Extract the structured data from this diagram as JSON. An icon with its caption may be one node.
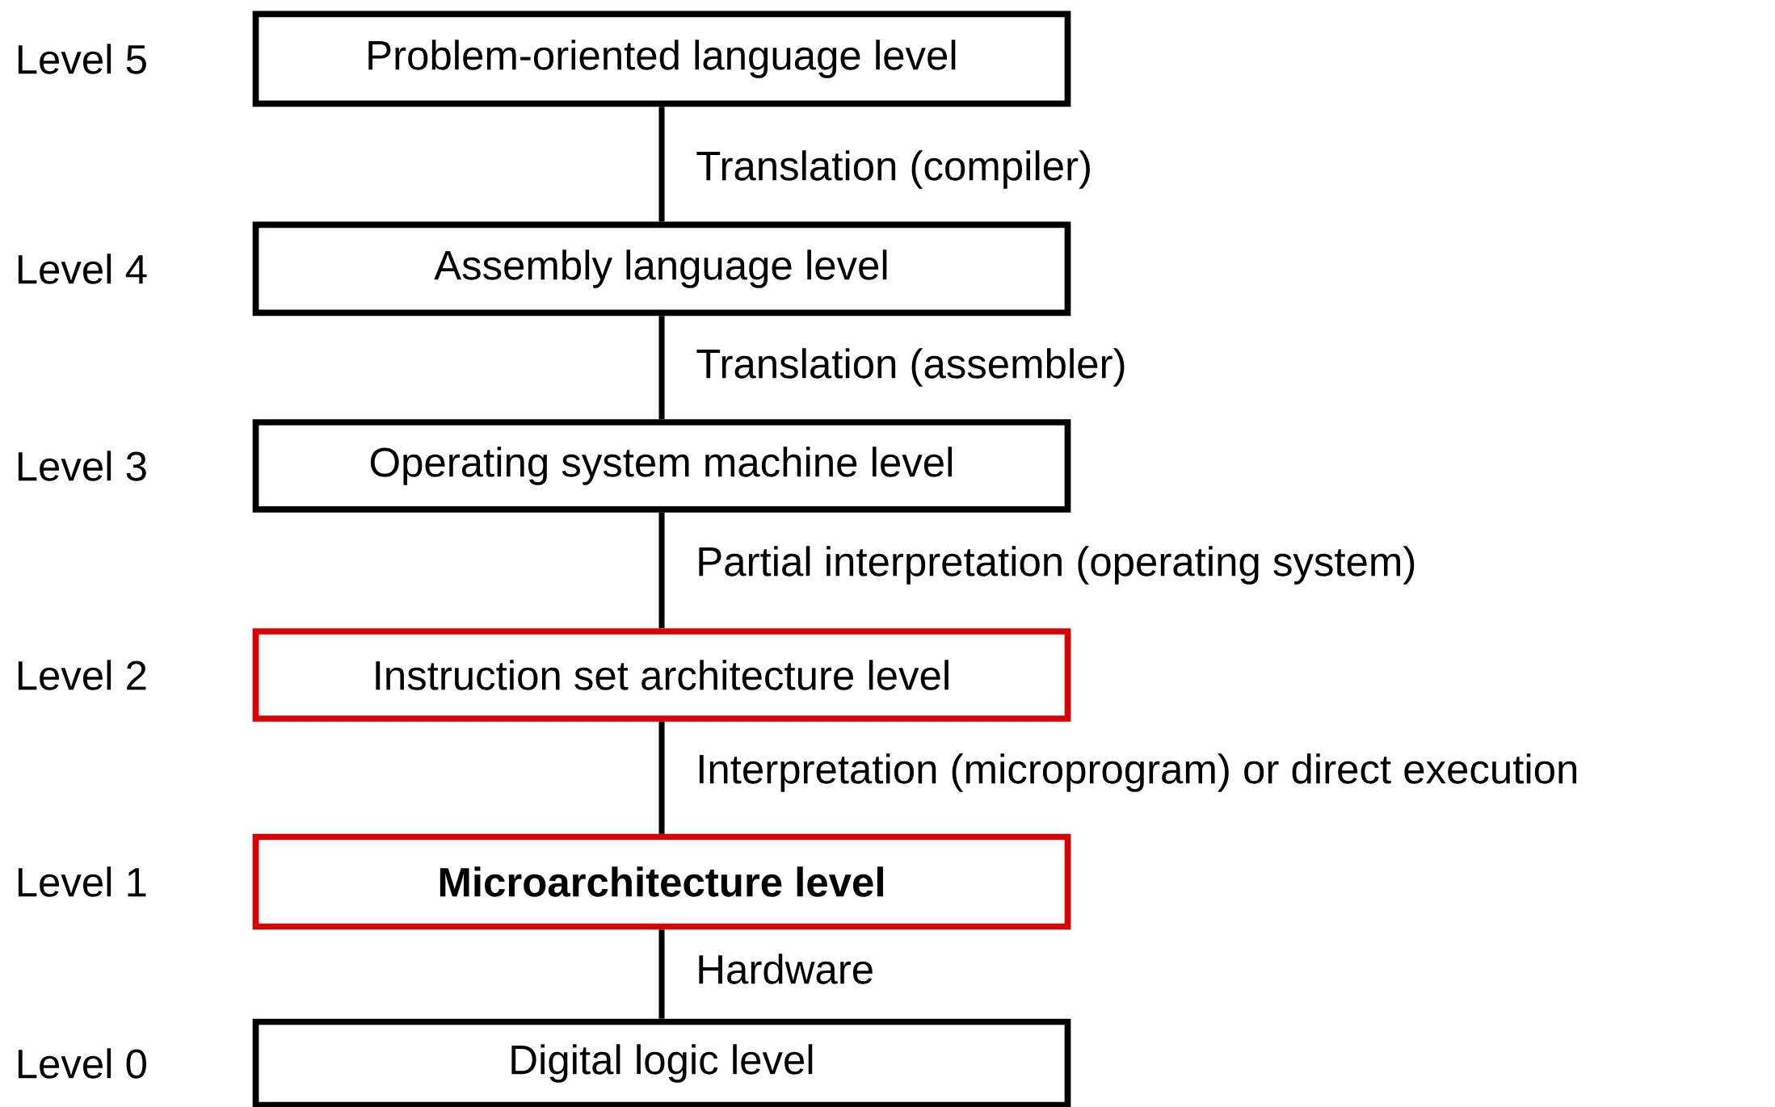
{
  "diagram": {
    "nodes": [
      {
        "text": [
          "Problem-oriented language level"
        ],
        "beside": [
          "Level 5"
        ]
      },
      {
        "text": [
          "Assembly language level"
        ],
        "beside": [
          "Level 4"
        ]
      },
      {
        "text": [
          "Operating system machine level"
        ],
        "beside": [
          "Level 3"
        ]
      },
      {
        "text": [
          "Instruction set architecture level"
        ],
        "beside": [
          "Level 2"
        ]
      },
      {
        "text": [
          "Microarchitecture level"
        ],
        "beside": [
          "Level 1"
        ]
      },
      {
        "text": [
          "Digital logic level"
        ],
        "beside": [
          "Level 0"
        ]
      }
    ],
    "edges": [
      {
        "from": 0,
        "to": 1,
        "arrow": "none",
        "label": "Translation (compiler)"
      },
      {
        "from": 1,
        "to": 2,
        "arrow": "none",
        "label": "Translation (assembler)"
      },
      {
        "from": 2,
        "to": 3,
        "arrow": "none",
        "label": "Partial interpretation (operating system)"
      },
      {
        "from": 3,
        "to": 4,
        "arrow": "none",
        "label": "Interpretation (microprogram) or direct execution"
      },
      {
        "from": 4,
        "to": 5,
        "arrow": "none",
        "label": "Hardware"
      }
    ]
  }
}
